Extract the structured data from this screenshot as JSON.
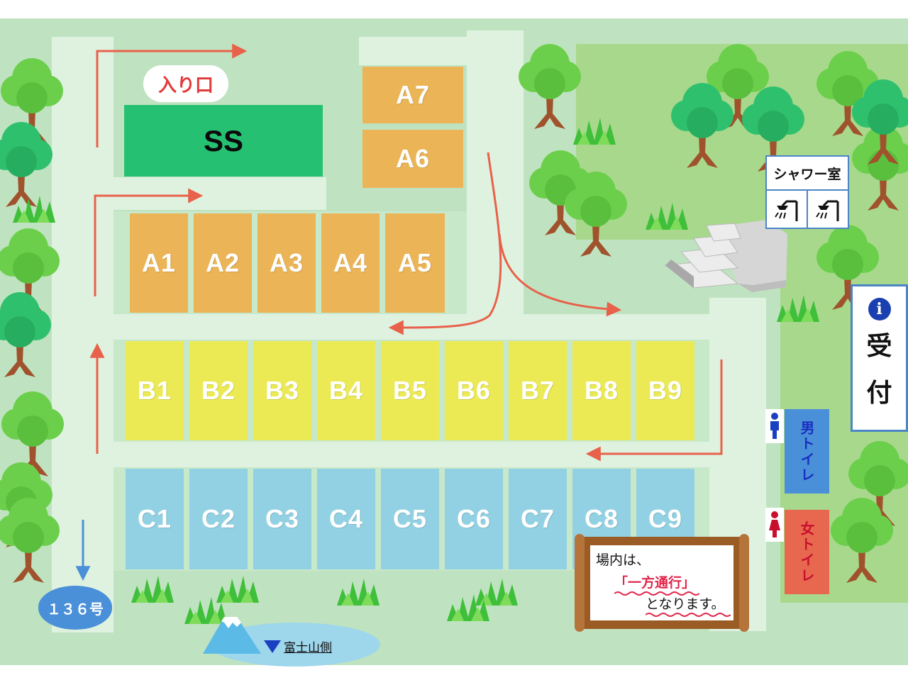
{
  "entrance": {
    "label": "入り口"
  },
  "ss": {
    "label": "SS"
  },
  "sites": {
    "a": [
      "A1",
      "A2",
      "A3",
      "A4",
      "A5",
      "A6",
      "A7"
    ],
    "b": [
      "B1",
      "B2",
      "B3",
      "B4",
      "B5",
      "B6",
      "B7",
      "B8",
      "B9"
    ],
    "c": [
      "C1",
      "C2",
      "C3",
      "C4",
      "C5",
      "C6",
      "C7",
      "C8",
      "C9"
    ]
  },
  "shower": {
    "title": "シャワー室",
    "icon": "shower-icon"
  },
  "reception": {
    "info": "i",
    "char1": "受",
    "char2": "付",
    "icon": "info-icon"
  },
  "toilets": {
    "men": "男トイレ",
    "women": "女トイレ"
  },
  "route": {
    "label": "１３６号"
  },
  "fuji": {
    "label": "富士山側",
    "icon": "mount-fuji-icon"
  },
  "notice": {
    "line1": "場内は、",
    "line2": "「一方通行」",
    "line3": "となります。"
  },
  "colors": {
    "ground": "#bfe3c0",
    "road": "#dff2e0",
    "site_a": "#ebb457",
    "site_b": "#ecea54",
    "site_c": "#92d1e3",
    "ss": "#26c072",
    "arrow": "#e8614a",
    "men": "#4a90d9",
    "women": "#e8674f"
  }
}
